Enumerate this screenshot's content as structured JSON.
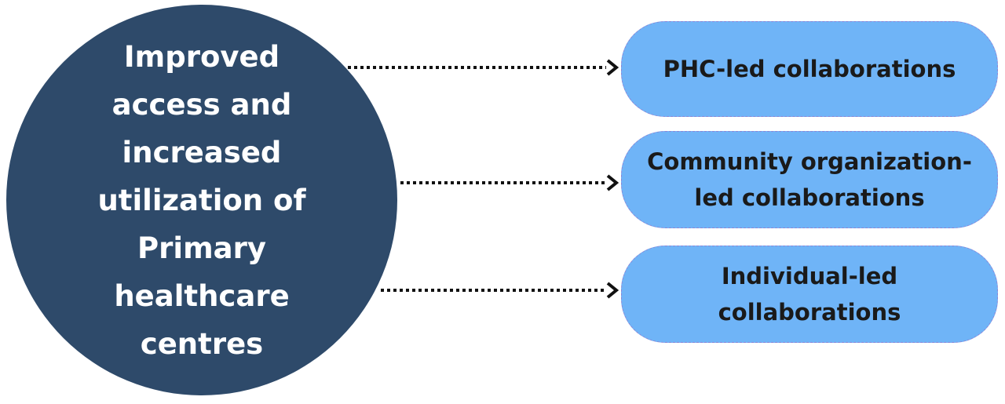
{
  "colors": {
    "hub_fill": "#2e4a6a",
    "pill_fill": "#6fb4f7",
    "pill_border": "#8a86d6",
    "arrow": "#111111"
  },
  "hub": {
    "label": "Improved\naccess and\nincreased\nutilization of\nPrimary\nhealthcare\ncentres"
  },
  "nodes": [
    {
      "label": "PHC-led collaborations"
    },
    {
      "label": "Community organization-\nled collaborations"
    },
    {
      "label": "Individual-led\ncollaborations"
    }
  ]
}
